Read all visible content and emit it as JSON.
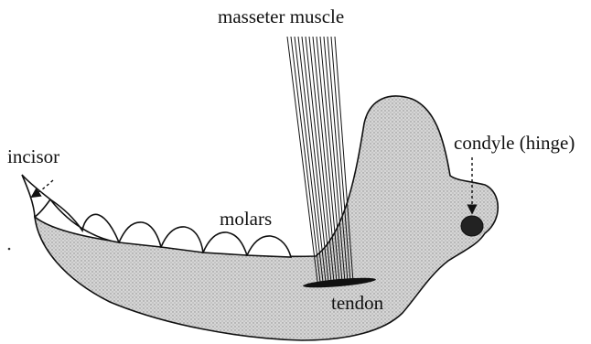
{
  "labels": {
    "masseter": "masseter muscle",
    "incisor": "incisor",
    "molars": "molars",
    "condyle": "condyle (hinge)",
    "tendon": "tendon"
  },
  "colors": {
    "ink": "#111111",
    "bone_fill": "#cdcdcd",
    "tooth_fill": "#ffffff",
    "condyle_fill": "#222222"
  },
  "icons": {
    "jaw": "jawbone-illustration",
    "muscle": "muscle-fibers",
    "condyle": "condyle-dot",
    "arrow": "dashed-arrow"
  }
}
